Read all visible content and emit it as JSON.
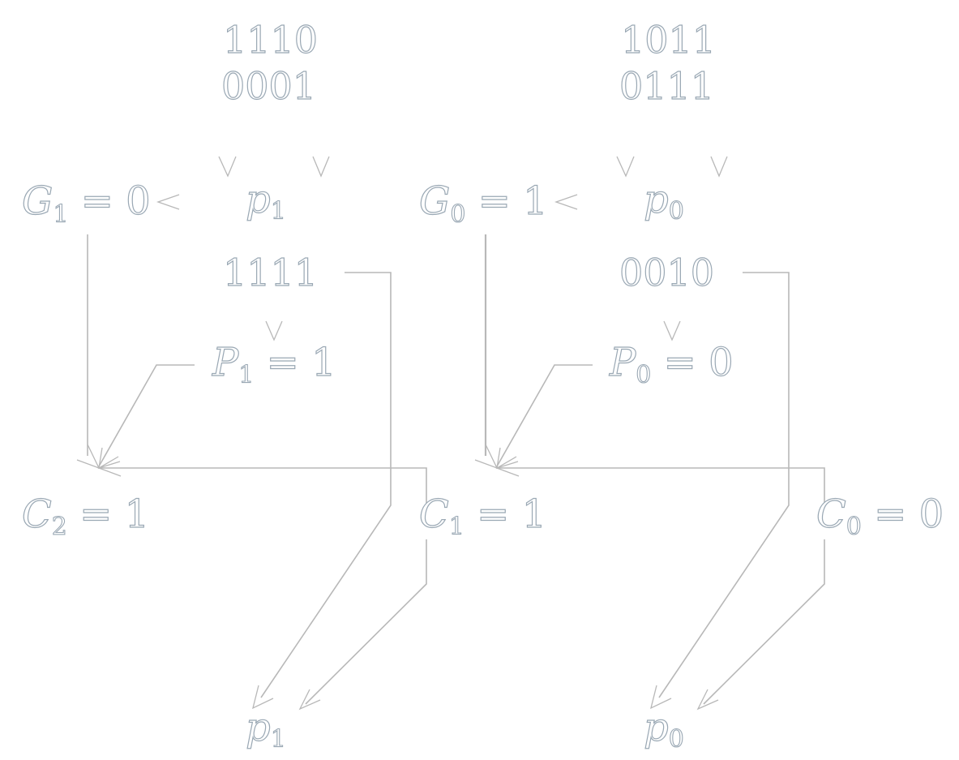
{
  "left": {
    "input_a": "1110",
    "input_b": "0001",
    "g_label": {
      "var": "G",
      "sub": "1",
      "rest": " = 0"
    },
    "p_top": {
      "var": "p",
      "sub": "1"
    },
    "xor_result": "1111",
    "P_label": {
      "var": "P",
      "sub": "1",
      "rest": " = 1"
    },
    "carry_out": {
      "var": "C",
      "sub": "2",
      "rest": " = 1"
    },
    "carry_in": {
      "var": "C",
      "sub": "1",
      "rest": " = 1"
    },
    "p_bottom": {
      "var": "p",
      "sub": "1"
    }
  },
  "right": {
    "input_a": "1011",
    "input_b": "0111",
    "g_label": {
      "var": "G",
      "sub": "0",
      "rest": " = 1"
    },
    "p_top": {
      "var": "p",
      "sub": "0"
    },
    "xor_result": "0010",
    "P_label": {
      "var": "P",
      "sub": "0",
      "rest": " = 0"
    },
    "carry_in": {
      "var": "C",
      "sub": "0",
      "rest": " = 0"
    },
    "p_bottom": {
      "var": "p",
      "sub": "0"
    }
  }
}
